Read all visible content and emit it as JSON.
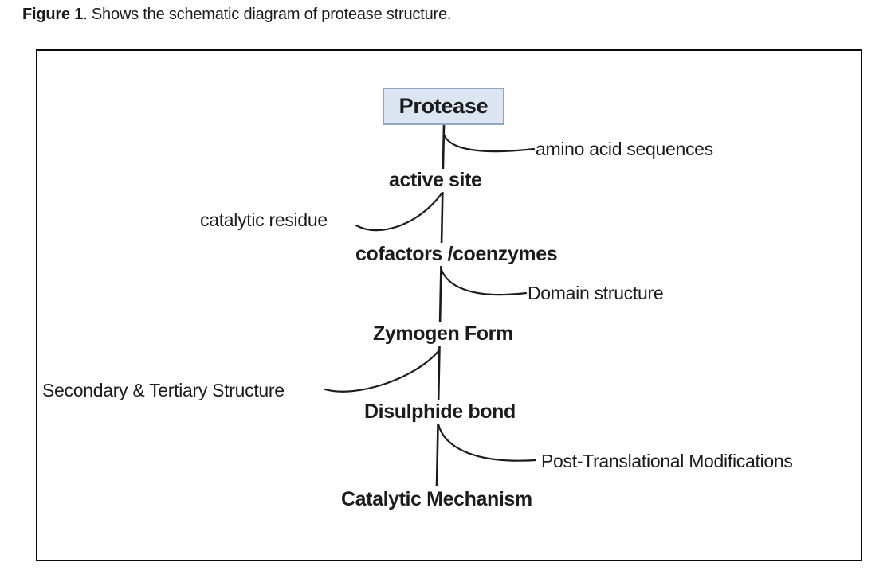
{
  "caption": {
    "figure_label": "Figure 1",
    "figure_text": ". Shows the schematic diagram of protease structure."
  },
  "diagram": {
    "root_label": "Protease",
    "spine_nodes": [
      "active site",
      "cofactors /coenzymes",
      "Zymogen Form",
      "Disulphide bond",
      "Catalytic Mechanism"
    ],
    "right_branch_labels": [
      "amino acid sequences",
      "Domain structure",
      "Post-Translational Modifications"
    ],
    "left_branch_labels": [
      "catalytic residue",
      "Secondary & Tertiary Structure"
    ],
    "colors": {
      "root_box_fill": "#dce6f2",
      "root_box_border": "#8ca6c4",
      "line_color": "#1b1b1b"
    }
  }
}
